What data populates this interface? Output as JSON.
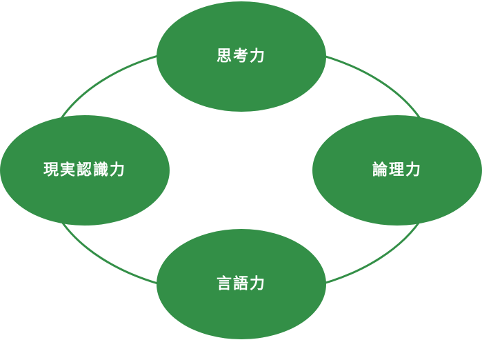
{
  "diagram": {
    "colors": {
      "node_fill": "#338f47",
      "ring_stroke": "#338f47",
      "label_text": "#ffffff",
      "background": "#ffffff"
    },
    "nodes": {
      "top": {
        "label": "思考力"
      },
      "left": {
        "label": "現実認識力"
      },
      "right": {
        "label": "論理力"
      },
      "bottom": {
        "label": "言語力"
      }
    }
  }
}
